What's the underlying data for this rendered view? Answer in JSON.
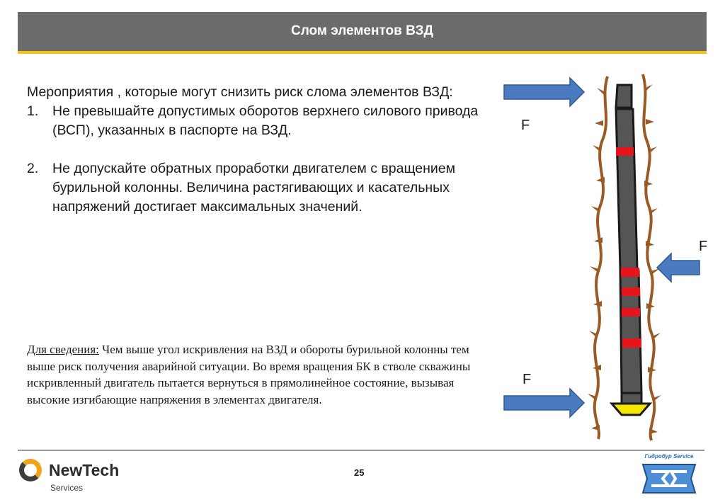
{
  "header": {
    "title": "Слом элементов ВЗД"
  },
  "measures": {
    "intro": "Мероприятия , которые могут снизить риск слома элементов ВЗД:",
    "items": [
      {
        "num": "1.",
        "text": "Не превышайте допустимых оборотов верхнего силового привода (ВСП), указанных в паспорте на ВЗД."
      },
      {
        "num": "2.",
        "text": "Не допускайте обратных проработки двигателем с вращением бурильной колонны. Величина растягивающих и касательных напряжений достигает максимальных значений."
      }
    ]
  },
  "note": {
    "label": "Для сведения:",
    "text": " Чем выше угол искривления на ВЗД и обороты бурильной колонны тем выше риск получения аварийной ситуации.  Во время вращения БК  в стволе скважины искривленный двигатель пытается вернуться в прямолинейное состояние, вызывая высокие изгибающие напряжения в элементах двигателя."
  },
  "diagram": {
    "force_labels": [
      "F",
      "F",
      "F"
    ],
    "colors": {
      "arrow": "#4a7bc0",
      "arrow_stroke": "#2e5a94",
      "wall": "#9a5a24",
      "pipe": "#555555",
      "joint": "#e8141c",
      "bit": "#f3e600"
    }
  },
  "footer": {
    "page_number": "25",
    "logo_left": {
      "name": "NewTech",
      "sub": "Services"
    },
    "logo_right": {
      "name": "Гидробур Service"
    }
  },
  "colors": {
    "title_bar": "#6b6b6b",
    "accent": "#f2c318"
  }
}
